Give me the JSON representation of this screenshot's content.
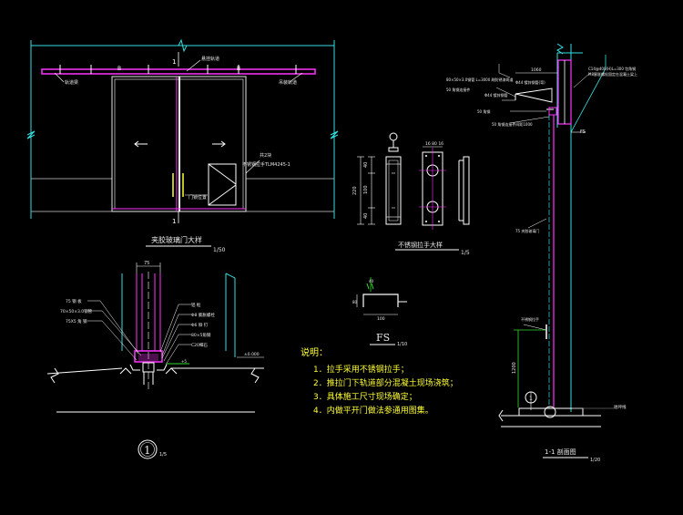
{
  "colors": {
    "background": "#000000",
    "cyan": "#35e0e0",
    "white": "#ffffff",
    "magenta": "#ff33ff",
    "yellow": "#ffff33",
    "green": "#33dd33",
    "gray": "#9a9a9a"
  },
  "elevation": {
    "title": "夹胶玻璃门大样",
    "scale": "1/50",
    "label_top": "悬挂轨道",
    "label_left": "轨道梁",
    "label_right": "吊装轨道",
    "label_handle": "不锈钢拉手TLM4245-1",
    "label_handle_num": "共2块",
    "label_lock": "门锁位置",
    "grid_mark": "1",
    "b_mark": "B"
  },
  "handle": {
    "title": "不锈钢拉手大样",
    "scale": "1/5",
    "dim_top": "16 80 16",
    "dims_side": [
      "40",
      "100",
      "40"
    ],
    "dim_total": "220"
  },
  "fs": {
    "title": "FS",
    "scale": "1/10",
    "dim_w": "100",
    "dim_h": "80",
    "dim_top": "40"
  },
  "section1": {
    "scale": "1/5",
    "circle_num": "1",
    "dim_top": "75",
    "labels_left": [
      "75 钢 板",
      "70×50×3.0钢管",
      "75X5 角 钢"
    ],
    "labels_right": [
      "铝 框",
      "Φ8 膨胀螺栓",
      "Φ6 铆 钉",
      "80×5角钢",
      "C20细石"
    ],
    "level": "±0.000"
  },
  "section_ll": {
    "title": "1-1 剖面图",
    "scale": "1/20",
    "labels": [
      "80×50×3.0钢管 L=3000 刷防锈漆两道",
      "50 角钢连接件",
      "Φ44 镀锌钢管",
      "50 角钢",
      "Φ44 镀锌钢管(弯)",
      "50 角钢连接件间距1000",
      "75 夹胶玻璃门",
      "不锈钢拉手",
      "C14@400(H)L=300 包角钢",
      "M8膨胀螺栓固定在混凝土梁上"
    ],
    "dim_top": "1060",
    "dim_side": "1200",
    "fs_mark": "FS",
    "ground": "地坪线",
    "grid_mark": "1"
  },
  "notes": {
    "heading": "说明：",
    "items": [
      "1．拉手采用不锈钢拉手；",
      "2．推拉门下轨道部分混凝土现场浇筑；",
      "3．具体施工尺寸现场确定；",
      "4．内做平开门做法参通用图集。"
    ]
  }
}
